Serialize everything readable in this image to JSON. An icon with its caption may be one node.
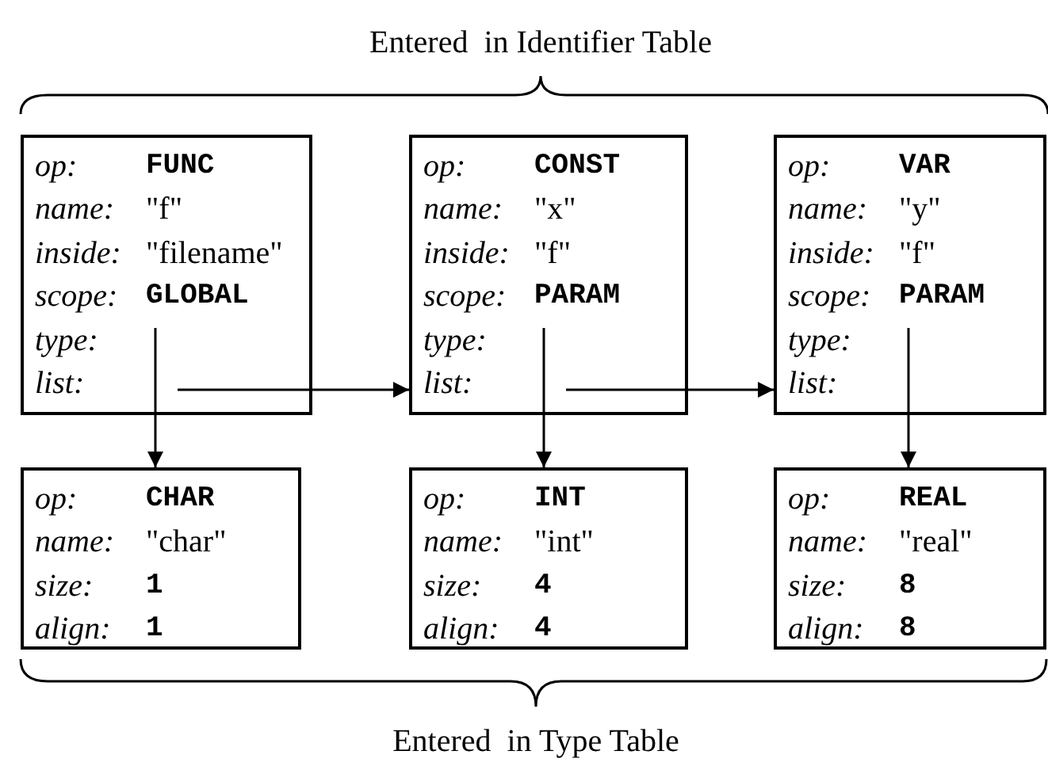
{
  "diagram": {
    "nodes": [
      {
        "text": [
          "op:",
          "FUNC",
          "name:",
          "\"f\"",
          "inside:",
          "\"filename\"",
          "scope:",
          "GLOBAL",
          "type:",
          "list:"
        ]
      },
      {
        "text": [
          "op:",
          "CONST",
          "name:",
          "\"x\"",
          "inside:",
          "\"f\"",
          "scope:",
          "PARAM",
          "type:",
          "list:"
        ]
      },
      {
        "text": [
          "op:",
          "VAR",
          "name:",
          "\"y\"",
          "inside:",
          "\"f\"",
          "scope:",
          "PARAM",
          "type:",
          "list:"
        ]
      },
      {
        "text": [
          "op:",
          "CHAR",
          "name:",
          "\"char\"",
          "size:",
          "1",
          "align:",
          "1"
        ]
      },
      {
        "text": [
          "op:",
          "INT",
          "name:",
          "\"int\"",
          "size:",
          "4",
          "align:",
          "4"
        ]
      },
      {
        "text": [
          "op:",
          "REAL",
          "name:",
          "\"real\"",
          "size:",
          "8",
          "align:",
          "8"
        ]
      }
    ],
    "edges": [
      {
        "from": 0,
        "to": 1,
        "arrow": "to"
      },
      {
        "from": 1,
        "to": 2,
        "arrow": "to"
      },
      {
        "from": 0,
        "to": 3,
        "arrow": "to"
      },
      {
        "from": 1,
        "to": 4,
        "arrow": "to"
      },
      {
        "from": 2,
        "to": 5,
        "arrow": "to"
      }
    ],
    "labels": [
      "Entered  in Identifier Table",
      "Entered  in Type Table"
    ]
  }
}
